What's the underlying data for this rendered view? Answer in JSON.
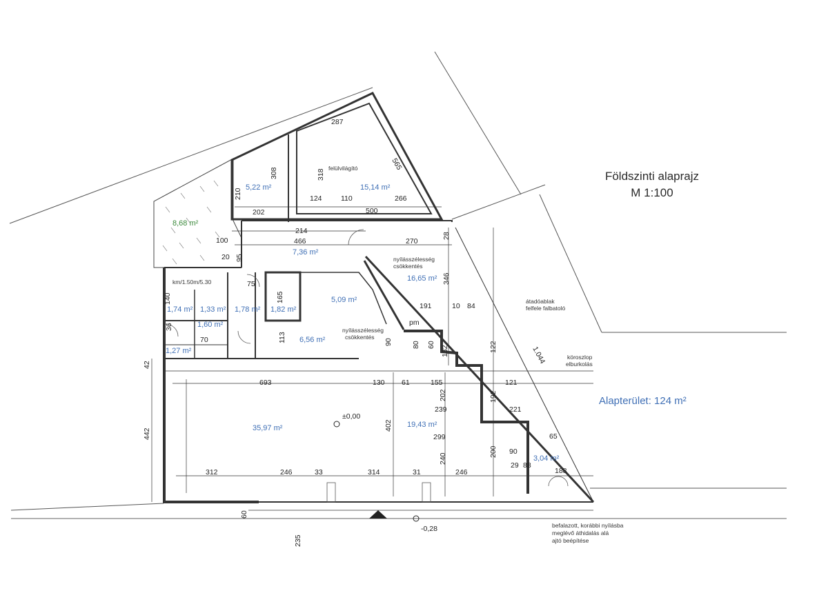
{
  "title": "Földszinti alaprajz",
  "scale": "M 1:100",
  "total_area": "Alapterület: 124 m²",
  "colors": {
    "room_label": "#3f6fb5",
    "garden_label": "#3c8a3c",
    "wall": "#333333"
  },
  "rooms": [
    {
      "id": "room-garden",
      "label": "8,68 m²",
      "kind": "green"
    },
    {
      "id": "room-522",
      "label": "5,22 m²"
    },
    {
      "id": "room-1514",
      "label": "15,14 m²"
    },
    {
      "id": "room-736",
      "label": "7,36 m²"
    },
    {
      "id": "room-1665",
      "label": "16,65 m²"
    },
    {
      "id": "room-509",
      "label": "5,09 m²"
    },
    {
      "id": "room-174",
      "label": "1,74 m²"
    },
    {
      "id": "room-133",
      "label": "1,33 m²"
    },
    {
      "id": "room-178",
      "label": "1,78 m²"
    },
    {
      "id": "room-182",
      "label": "1,82 m²"
    },
    {
      "id": "room-160",
      "label": "1,60 m²"
    },
    {
      "id": "room-127",
      "label": "1,27 m²"
    },
    {
      "id": "room-656",
      "label": "6,56 m²"
    },
    {
      "id": "room-3597",
      "label": "35,97 m²"
    },
    {
      "id": "room-1943",
      "label": "19,43 m²"
    },
    {
      "id": "room-304",
      "label": "3,04 m²"
    }
  ],
  "notes": [
    {
      "id": "note-felulvilagito",
      "text": "felülvilágító"
    },
    {
      "id": "note-nyilas1-a",
      "text": "nyílásszélesség"
    },
    {
      "id": "note-nyilas1-b",
      "text": "csökkentés"
    },
    {
      "id": "note-nyilas2-a",
      "text": "nyílásszélesség"
    },
    {
      "id": "note-nyilas2-b",
      "text": "csökkentés"
    },
    {
      "id": "note-atado-a",
      "text": "átadóablak"
    },
    {
      "id": "note-atado-b",
      "text": "felfele falbatoló"
    },
    {
      "id": "note-korosz-a",
      "text": "köroszlop"
    },
    {
      "id": "note-korosz-b",
      "text": "elburkolás"
    },
    {
      "id": "note-befal-a",
      "text": "befalazott, korábbi nyílásba"
    },
    {
      "id": "note-befal-b",
      "text": "meglévő áthidalás alá"
    },
    {
      "id": "note-befal-c",
      "text": "ajtó beépítése"
    },
    {
      "id": "note-level0",
      "text": "±0,00"
    },
    {
      "id": "note-level-028",
      "text": "-0,28"
    },
    {
      "id": "note-pm",
      "text": "pm"
    },
    {
      "id": "note-wc",
      "text": "km/1.50m/5.30"
    }
  ],
  "dimensions": [
    "287",
    "308",
    "318",
    "565",
    "210",
    "202",
    "124",
    "110",
    "266",
    "500",
    "214",
    "100",
    "466",
    "270",
    "28",
    "346",
    "191",
    "84",
    "10",
    "693",
    "130",
    "61",
    "155",
    "121",
    "239",
    "221",
    "299",
    "442",
    "402",
    "202",
    "192",
    "240",
    "200",
    "312",
    "246",
    "33",
    "314",
    "31",
    "246",
    "42",
    "60",
    "235",
    "29",
    "88",
    "188",
    "1.044",
    "122",
    "80",
    "60",
    "90",
    "113",
    "132",
    "90",
    "65",
    "75",
    "165",
    "140",
    "70",
    "36",
    "95",
    "20"
  ]
}
